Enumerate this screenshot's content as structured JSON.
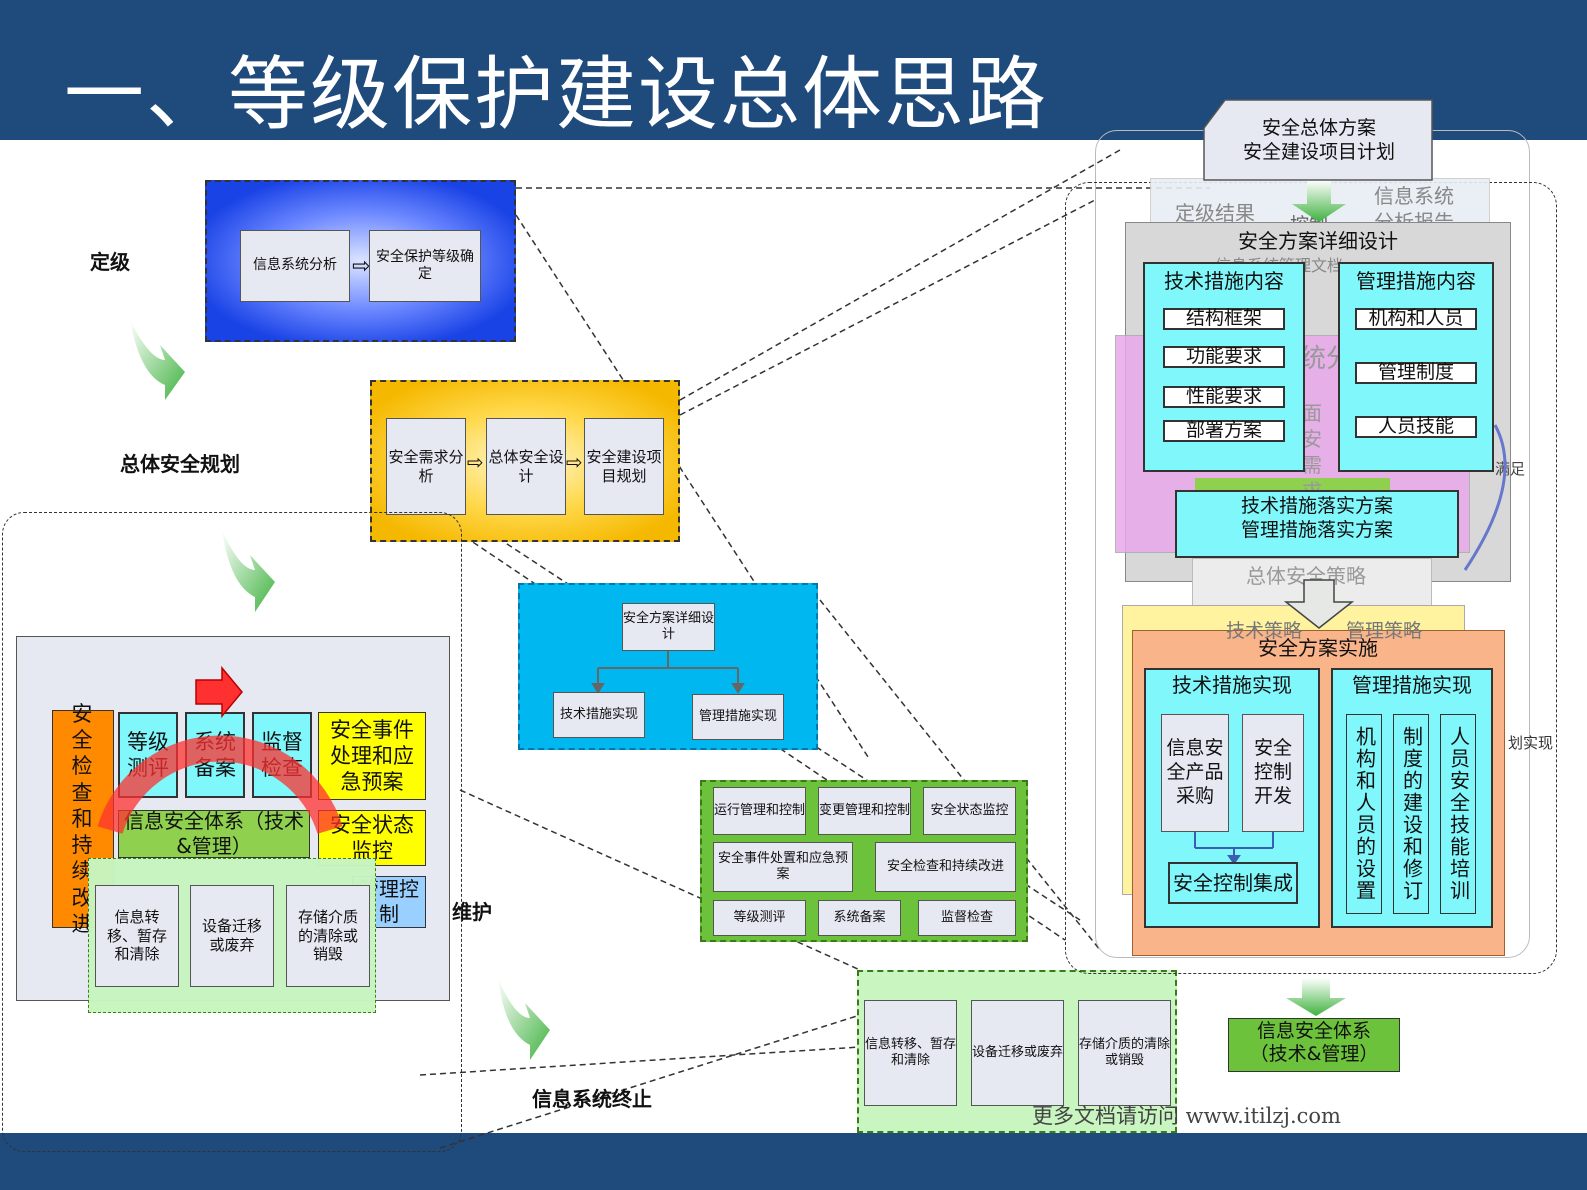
{
  "title": "一、等级保护建设总体思路",
  "footer_note": "更多文档请访问 www.itilzj.com",
  "stages": {
    "grading": "定级",
    "planning": "总体安全规划",
    "maintenance": "维护",
    "termination": "信息系统终止"
  },
  "grading_box": {
    "items": [
      "信息系统分析",
      "安全保护等级确定"
    ]
  },
  "planning_box": {
    "items": [
      "安全需求分析",
      "总体安全设计",
      "安全建设项目规划"
    ]
  },
  "design_box": {
    "top": "安全方案详细设计",
    "left": "技术措施实现",
    "right": "管理措施实现"
  },
  "maintenance_box": {
    "row1": [
      "运行管理和控制",
      "变更管理和控制",
      "安全状态监控"
    ],
    "row2": [
      "安全事件处置和应急预案",
      "安全检查和持续改进"
    ],
    "row3": [
      "等级测评",
      "系统备案",
      "监督检查"
    ]
  },
  "termination_box": {
    "items": [
      "信息转移、暂存和清除",
      "设备迁移或废弃",
      "存储介质的清除或销毁"
    ]
  },
  "left_cycle": {
    "left_col": "安全检查和持续改进",
    "top_items": [
      "等级测评",
      "系统备案",
      "监督检查"
    ],
    "event": "安全事件处理和应急预案",
    "center": "信息安全体系（技术&管理）",
    "state": "安全状态监控",
    "mgmt": "管理控制",
    "overlay": [
      "信息转移、暂存和清除",
      "设备迁移或废弃",
      "存储介质的清除或销毁"
    ]
  },
  "right_panel": {
    "top_doc_line1": "安全总体方案",
    "top_doc_line2": "安全建设项目计划",
    "ghost_left": "定级结果",
    "ghost_mid": "控制",
    "ghost_right_line1": "信息系统",
    "ghost_right_line2": "分析报告",
    "ghost_mgmt": "信息系统管理文档",
    "ghost_sys": "统分",
    "ghost_req": "面安需求",
    "ghost_satisfy": "满足",
    "ghost_strategy": "总体安全策略",
    "ghost_tech": "技术策略",
    "ghost_mgmtpol": "管理策略",
    "ghost_realize": "划实现",
    "design_title": "安全方案详细设计",
    "tech_title": "技术措施内容",
    "tech_items": [
      "结构框架",
      "功能要求",
      "性能要求",
      "部署方案"
    ],
    "mgmt_title": "管理措施内容",
    "mgmt_items": [
      "机构和人员",
      "管理制度",
      "人员技能"
    ],
    "impl_plan_line1": "技术措施落实方案",
    "impl_plan_line2": "管理措施落实方案",
    "impl_title": "安全方案实施",
    "tech_impl_title": "技术措施实现",
    "tech_impl_items": [
      "信息安全产品采购",
      "安全控制开发"
    ],
    "tech_impl_integration": "安全控制集成",
    "mgmt_impl_title": "管理措施实现",
    "mgmt_impl_items": [
      "机构和人员的设置",
      "制度的建设和修订",
      "人员安全技能培训"
    ],
    "result_line1": "信息安全体系",
    "result_line2": "（技术&管理）"
  },
  "colors": {
    "header": "#1f4a7c",
    "grading": "#1a43e6",
    "planning": "#f5c200",
    "design": "#00b7f0",
    "maintenance": "#6cc23a",
    "termination": "#c8f5c0",
    "cyan": "#7ff7fb",
    "orange_impl": "#f9b48a"
  }
}
